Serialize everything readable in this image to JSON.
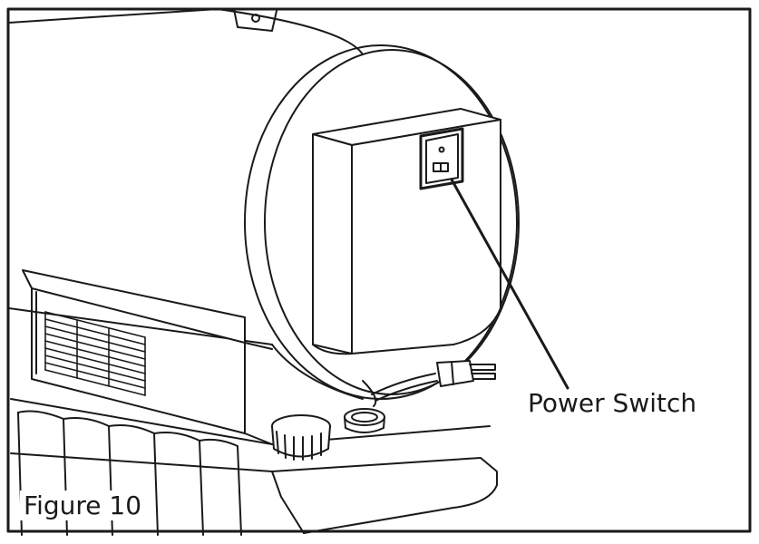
{
  "figure": {
    "label": "Figure 10",
    "callout_label": "Power Switch"
  },
  "parts": {
    "heater_body": "heater-body",
    "end_cap": "end-cap",
    "control_box": "control-box",
    "power_switch": "power-switch",
    "power_cord": "power-cord",
    "plug": "plug",
    "fuel_cap": "fuel-cap",
    "fill_port": "fill-port",
    "side_vent": "side-vent",
    "fuel_tank": "fuel-tank"
  },
  "colors": {
    "line": "#1a1a1a",
    "background": "#ffffff"
  }
}
